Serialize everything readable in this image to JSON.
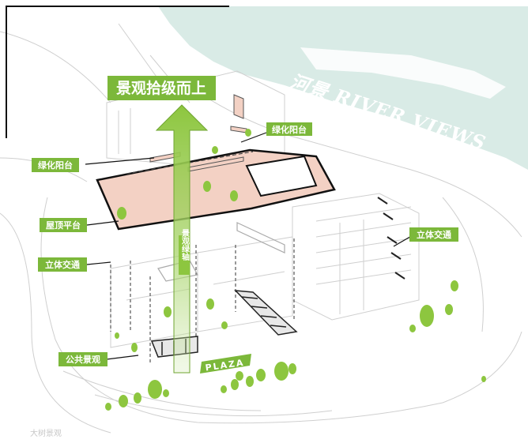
{
  "title": "景观拾级而上",
  "river_label": "河景 RIVER VIEWS",
  "labels": {
    "green_balcony_left": "绿化阳台",
    "green_balcony_right": "绿化阳台",
    "roof_terrace": "屋顶平台",
    "vertical_traffic_left": "立体交通",
    "vertical_traffic_right": "立体交通",
    "public_landscape": "公共景观",
    "landscape_green_axis": "景观绿轴",
    "plaza": "PLAZA"
  },
  "watermark": "大树景观",
  "colors": {
    "green": "#8dc63f",
    "label_green": "#7cb83a",
    "water": "#d9ebe6",
    "roof": "#f3d1c4",
    "line": "#c9c9c9",
    "dark": "#111111"
  }
}
